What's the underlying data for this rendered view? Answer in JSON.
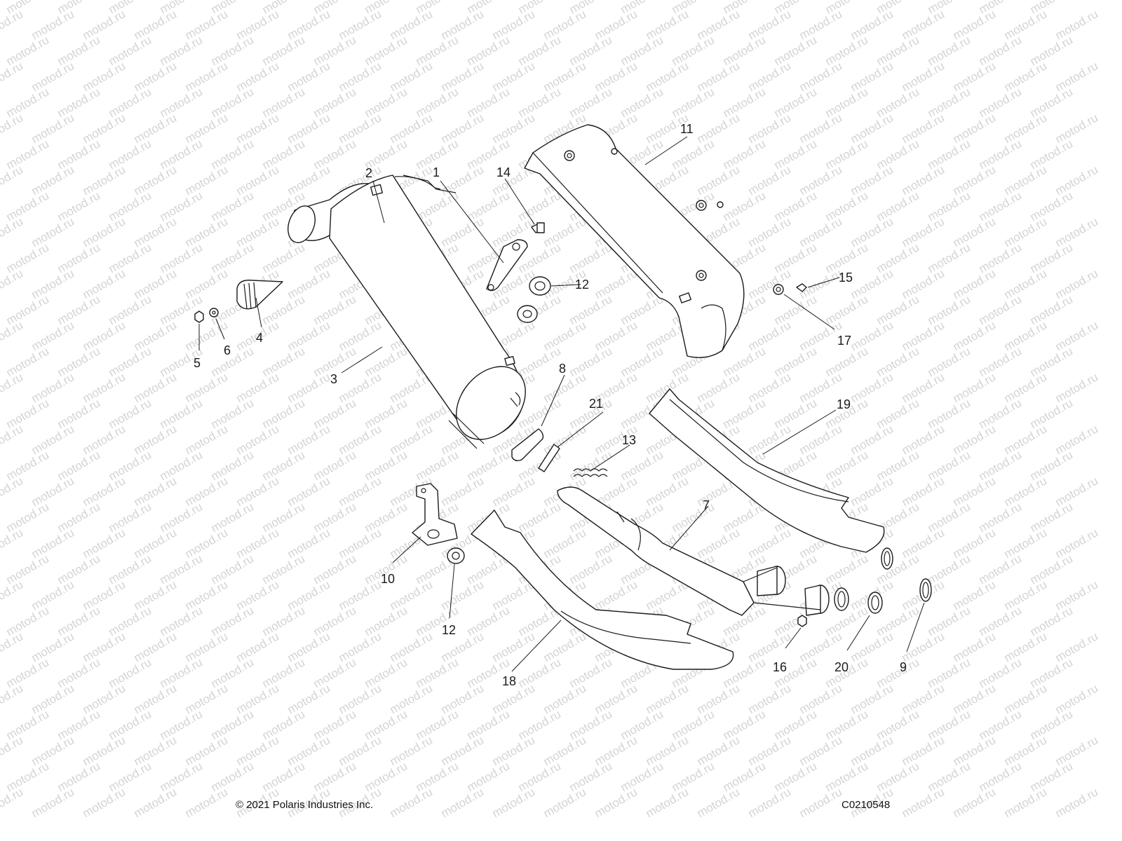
{
  "watermark": {
    "text": "motod.ru"
  },
  "footer": {
    "copyright": "© 2021 Polaris Industries Inc.",
    "code": "C0210548"
  },
  "callouts": [
    {
      "id": "c1",
      "label": "1"
    },
    {
      "id": "c2",
      "label": "2"
    },
    {
      "id": "c3",
      "label": "3"
    },
    {
      "id": "c4",
      "label": "4"
    },
    {
      "id": "c5",
      "label": "5"
    },
    {
      "id": "c6",
      "label": "6"
    },
    {
      "id": "c7",
      "label": "7"
    },
    {
      "id": "c8",
      "label": "8"
    },
    {
      "id": "c9",
      "label": "9"
    },
    {
      "id": "c10",
      "label": "10"
    },
    {
      "id": "c11",
      "label": "11"
    },
    {
      "id": "c12a",
      "label": "12"
    },
    {
      "id": "c12b",
      "label": "12"
    },
    {
      "id": "c13",
      "label": "13"
    },
    {
      "id": "c14",
      "label": "14"
    },
    {
      "id": "c15",
      "label": "15"
    },
    {
      "id": "c16",
      "label": "16"
    },
    {
      "id": "c17",
      "label": "17"
    },
    {
      "id": "c18",
      "label": "18"
    },
    {
      "id": "c19",
      "label": "19"
    },
    {
      "id": "c20",
      "label": "20"
    },
    {
      "id": "c21",
      "label": "21"
    }
  ]
}
